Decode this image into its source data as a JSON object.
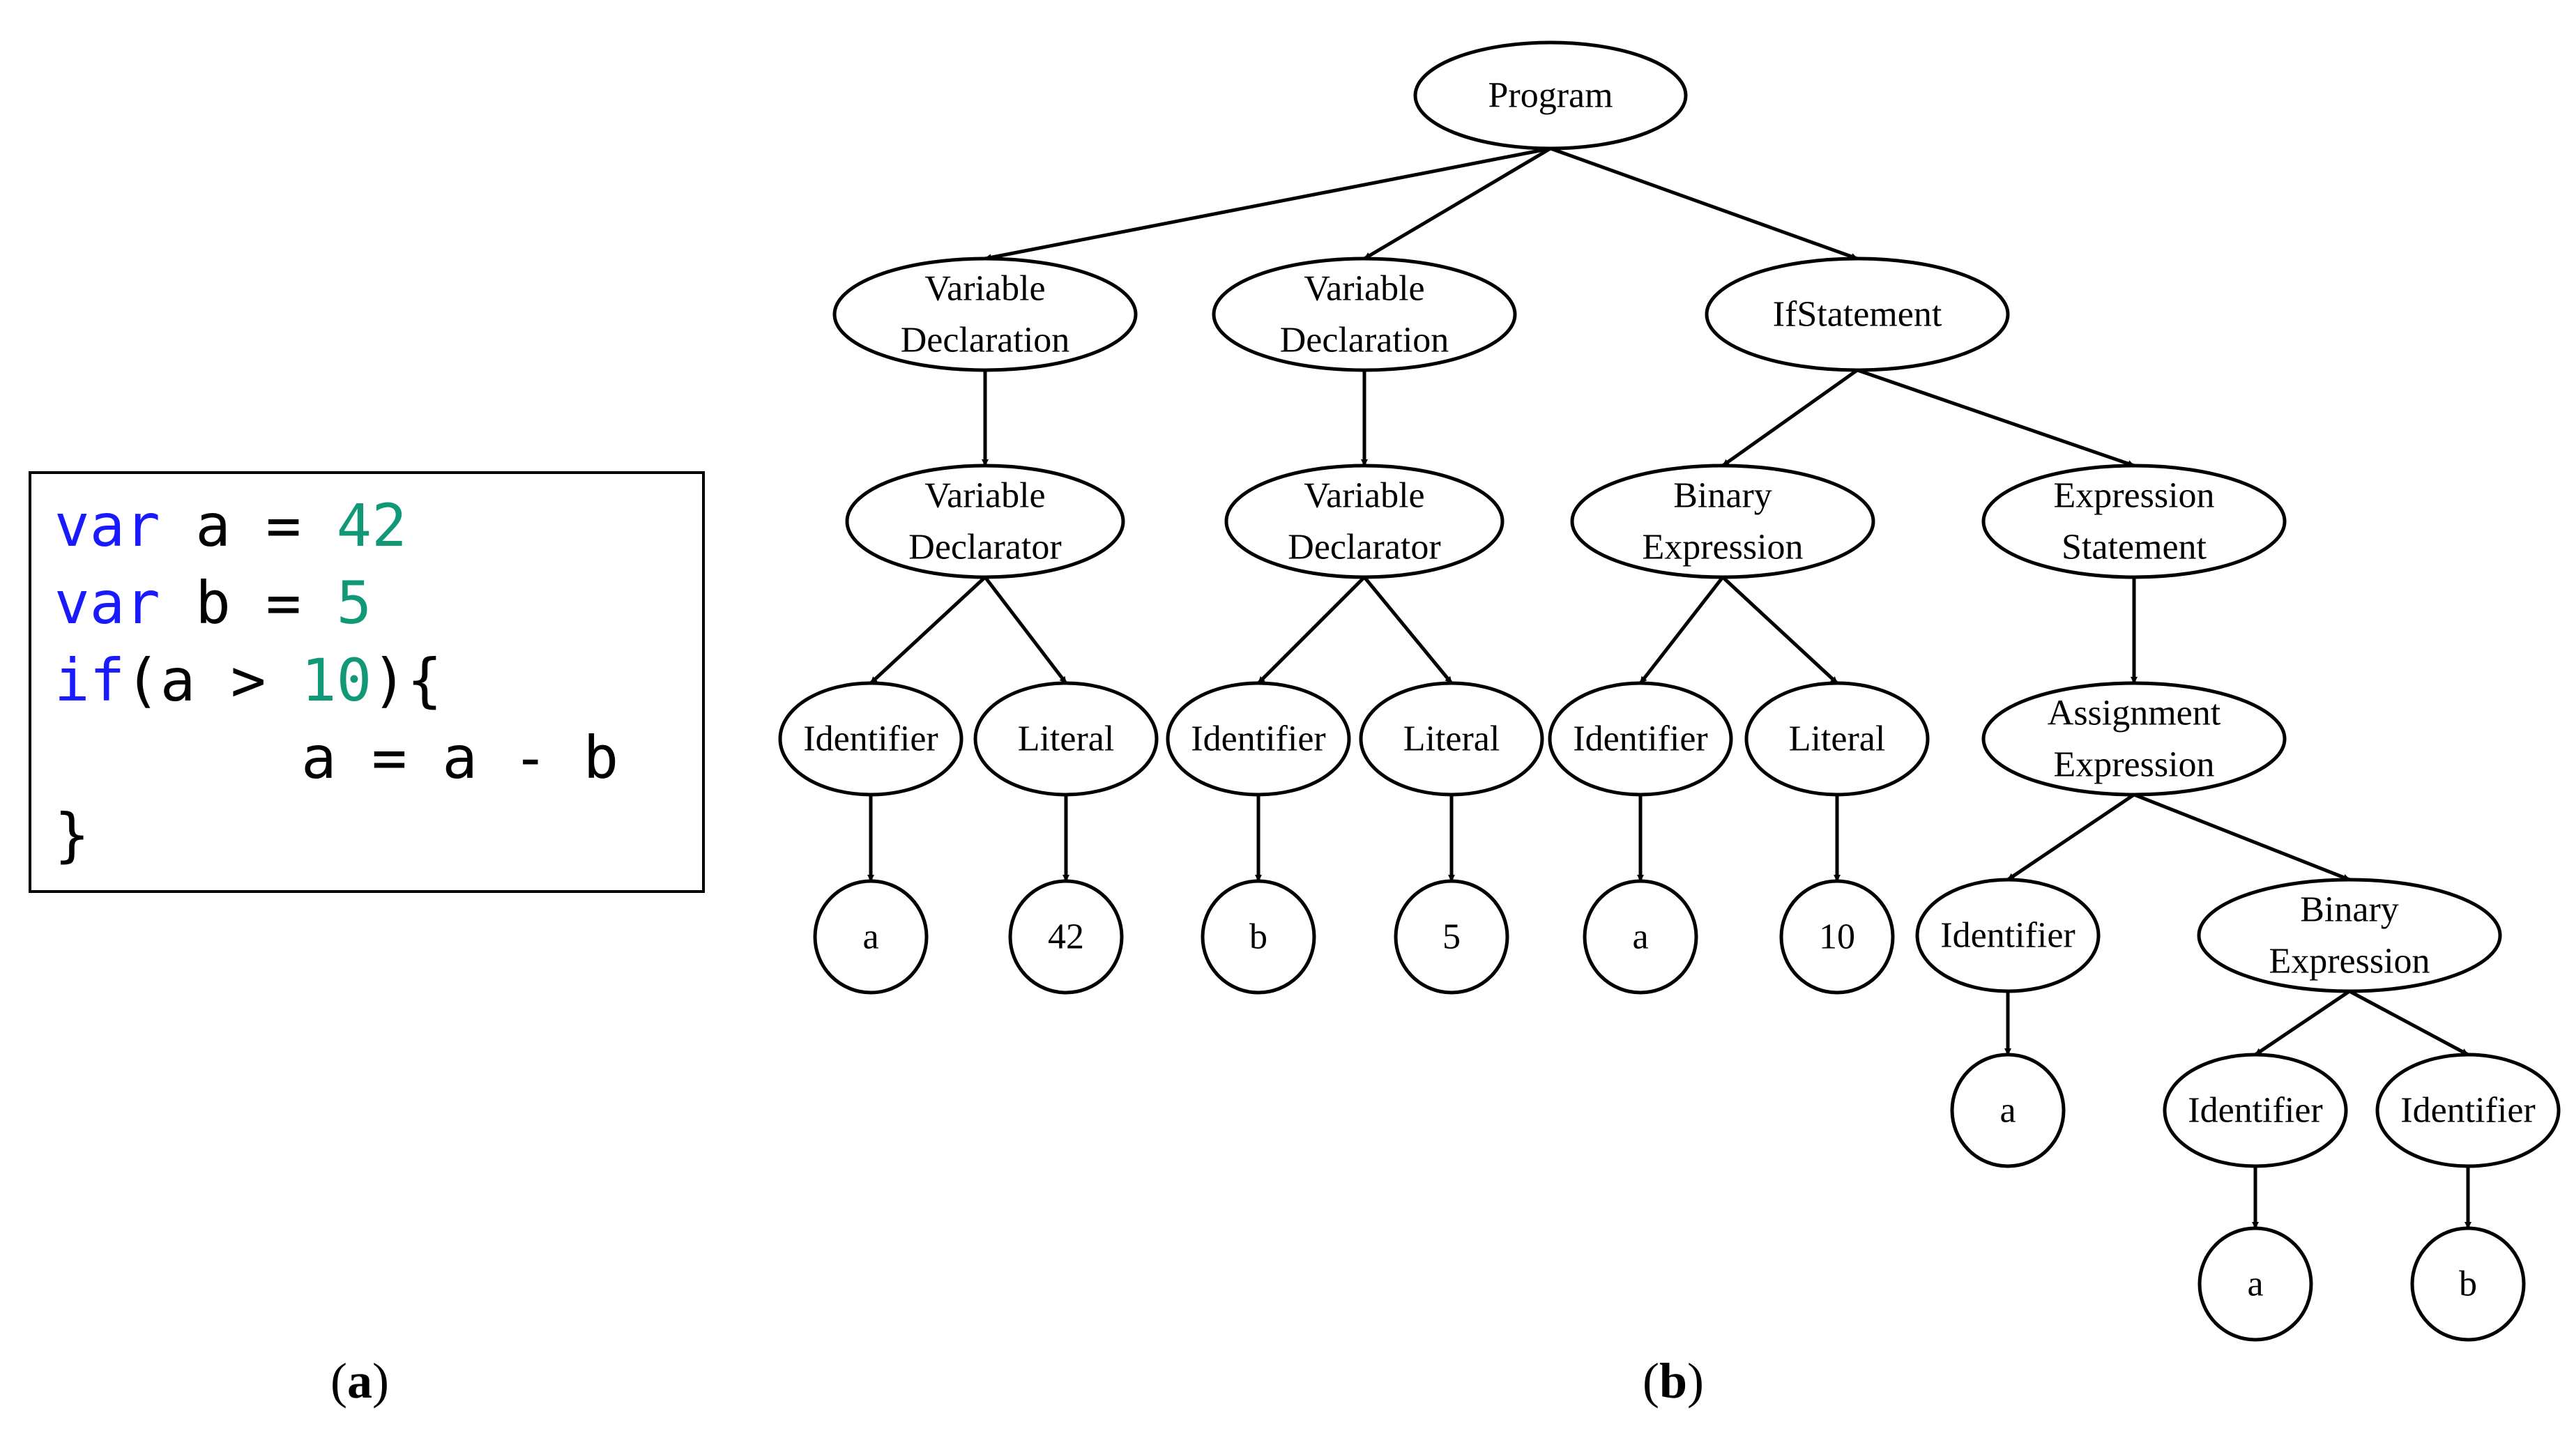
{
  "colors": {
    "keyword": "#1a1aff",
    "number": "#119977",
    "text": "#000000",
    "border": "#000000",
    "background": "#ffffff"
  },
  "code_panel": {
    "lines": [
      [
        {
          "text": "var",
          "kind": "keyword"
        },
        {
          "text": " a = ",
          "kind": "text"
        },
        {
          "text": "42",
          "kind": "number"
        }
      ],
      [
        {
          "text": "var",
          "kind": "keyword"
        },
        {
          "text": " b = ",
          "kind": "text"
        },
        {
          "text": "5",
          "kind": "number"
        }
      ],
      [
        {
          "text": "if",
          "kind": "keyword"
        },
        {
          "text": "(a > ",
          "kind": "text"
        },
        {
          "text": "10",
          "kind": "number"
        },
        {
          "text": "){",
          "kind": "text"
        }
      ],
      [
        {
          "text": "       a = a - b",
          "kind": "text"
        }
      ],
      [
        {
          "text": "}",
          "kind": "text"
        }
      ]
    ]
  },
  "labels": {
    "a": {
      "open": "(",
      "letter": "a",
      "close": ")"
    },
    "b": {
      "open": "(",
      "letter": "b",
      "close": ")"
    }
  },
  "tree": {
    "nodes": [
      {
        "id": "program",
        "lines": [
          "Program"
        ]
      },
      {
        "id": "vardecl1",
        "lines": [
          "Variable",
          "Declaration"
        ]
      },
      {
        "id": "vardecl2",
        "lines": [
          "Variable",
          "Declaration"
        ]
      },
      {
        "id": "ifstmt",
        "lines": [
          "IfStatement"
        ]
      },
      {
        "id": "vardeclr1",
        "lines": [
          "Variable",
          "Declarator"
        ]
      },
      {
        "id": "vardeclr2",
        "lines": [
          "Variable",
          "Declarator"
        ]
      },
      {
        "id": "binexp1",
        "lines": [
          "Binary",
          "Expression"
        ]
      },
      {
        "id": "exprstmt",
        "lines": [
          "Expression",
          "Statement"
        ]
      },
      {
        "id": "id1",
        "lines": [
          "Identifier"
        ]
      },
      {
        "id": "lit1",
        "lines": [
          "Literal"
        ]
      },
      {
        "id": "id2",
        "lines": [
          "Identifier"
        ]
      },
      {
        "id": "lit2",
        "lines": [
          "Literal"
        ]
      },
      {
        "id": "id3",
        "lines": [
          "Identifier"
        ]
      },
      {
        "id": "lit3",
        "lines": [
          "Literal"
        ]
      },
      {
        "id": "assignexp",
        "lines": [
          "Assignment",
          "Expression"
        ]
      },
      {
        "id": "val_a1",
        "lines": [
          "a"
        ]
      },
      {
        "id": "val_42",
        "lines": [
          "42"
        ]
      },
      {
        "id": "val_b1",
        "lines": [
          "b"
        ]
      },
      {
        "id": "val_5",
        "lines": [
          "5"
        ]
      },
      {
        "id": "val_a2",
        "lines": [
          "a"
        ]
      },
      {
        "id": "val_10",
        "lines": [
          "10"
        ]
      },
      {
        "id": "id4",
        "lines": [
          "Identifier"
        ]
      },
      {
        "id": "binexp2",
        "lines": [
          "Binary",
          "Expression"
        ]
      },
      {
        "id": "val_a3",
        "lines": [
          "a"
        ]
      },
      {
        "id": "id5",
        "lines": [
          "Identifier"
        ]
      },
      {
        "id": "id6",
        "lines": [
          "Identifier"
        ]
      },
      {
        "id": "val_a4",
        "lines": [
          "a"
        ]
      },
      {
        "id": "val_b2",
        "lines": [
          "b"
        ]
      }
    ],
    "edges": [
      [
        "program",
        "vardecl1"
      ],
      [
        "program",
        "vardecl2"
      ],
      [
        "program",
        "ifstmt"
      ],
      [
        "vardecl1",
        "vardeclr1"
      ],
      [
        "vardecl2",
        "vardeclr2"
      ],
      [
        "ifstmt",
        "binexp1"
      ],
      [
        "ifstmt",
        "exprstmt"
      ],
      [
        "vardeclr1",
        "id1"
      ],
      [
        "vardeclr1",
        "lit1"
      ],
      [
        "vardeclr2",
        "id2"
      ],
      [
        "vardeclr2",
        "lit2"
      ],
      [
        "binexp1",
        "id3"
      ],
      [
        "binexp1",
        "lit3"
      ],
      [
        "exprstmt",
        "assignexp"
      ],
      [
        "id1",
        "val_a1"
      ],
      [
        "lit1",
        "val_42"
      ],
      [
        "id2",
        "val_b1"
      ],
      [
        "lit2",
        "val_5"
      ],
      [
        "id3",
        "val_a2"
      ],
      [
        "lit3",
        "val_10"
      ],
      [
        "assignexp",
        "id4"
      ],
      [
        "assignexp",
        "binexp2"
      ],
      [
        "id4",
        "val_a3"
      ],
      [
        "binexp2",
        "id5"
      ],
      [
        "binexp2",
        "id6"
      ],
      [
        "id5",
        "val_a4"
      ],
      [
        "id6",
        "val_b2"
      ]
    ]
  }
}
